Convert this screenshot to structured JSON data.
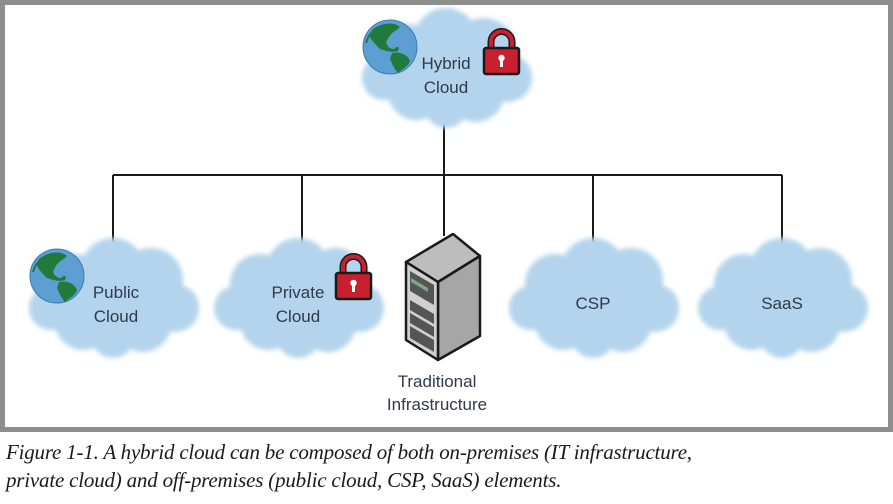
{
  "figure": {
    "nodes": {
      "hybrid": {
        "label_line1": "Hybrid",
        "label_line2": "Cloud",
        "icons": [
          "globe-icon",
          "lock-icon"
        ]
      },
      "public": {
        "label_line1": "Public",
        "label_line2": "Cloud",
        "icons": [
          "globe-icon"
        ]
      },
      "private": {
        "label_line1": "Private",
        "label_line2": "Cloud",
        "icons": [
          "lock-icon"
        ]
      },
      "traditional": {
        "label_line1": "Traditional",
        "label_line2": "Infrastructure",
        "icons": [
          "server-icon"
        ]
      },
      "csp": {
        "label": "CSP"
      },
      "saas": {
        "label": "SaaS"
      }
    },
    "colors": {
      "cloud": "#b3d4ec",
      "line": "#1a1a1a",
      "lock": "#c8202f",
      "globe_ocean": "#5d9fd2",
      "globe_land": "#1f7a3c",
      "frame": "#8e8e8e"
    }
  },
  "caption": {
    "line1": "Figure 1-1. A hybrid cloud can be composed of both on-premises (IT infrastructure,",
    "line2": "private cloud) and off-premises (public cloud, CSP, SaaS) elements."
  }
}
